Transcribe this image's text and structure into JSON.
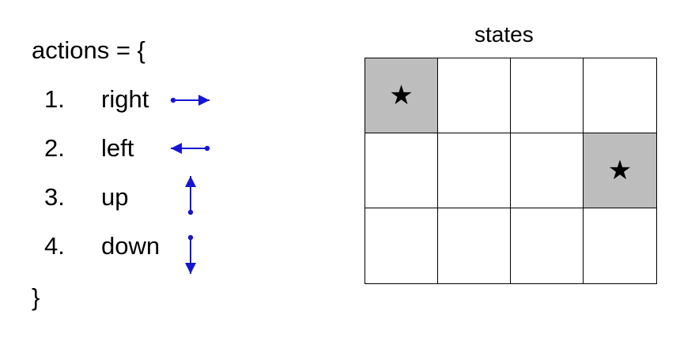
{
  "actions_header": "actions = {",
  "actions": [
    {
      "number": "1.",
      "label": "right",
      "direction": "right"
    },
    {
      "number": "2.",
      "label": "left",
      "direction": "left"
    },
    {
      "number": "3.",
      "label": "up",
      "direction": "up"
    },
    {
      "number": "4.",
      "label": "down",
      "direction": "down"
    }
  ],
  "closing_brace": "}",
  "states": {
    "title": "states",
    "rows": 3,
    "cols": 4,
    "goal_symbol": "★",
    "goal_cells": [
      [
        0,
        0
      ],
      [
        1,
        3
      ]
    ],
    "goal_fill": "#bdbdbd",
    "cell_fill": "#ffffff"
  },
  "colors": {
    "arrow": "#1515d4",
    "text": "#000000"
  }
}
